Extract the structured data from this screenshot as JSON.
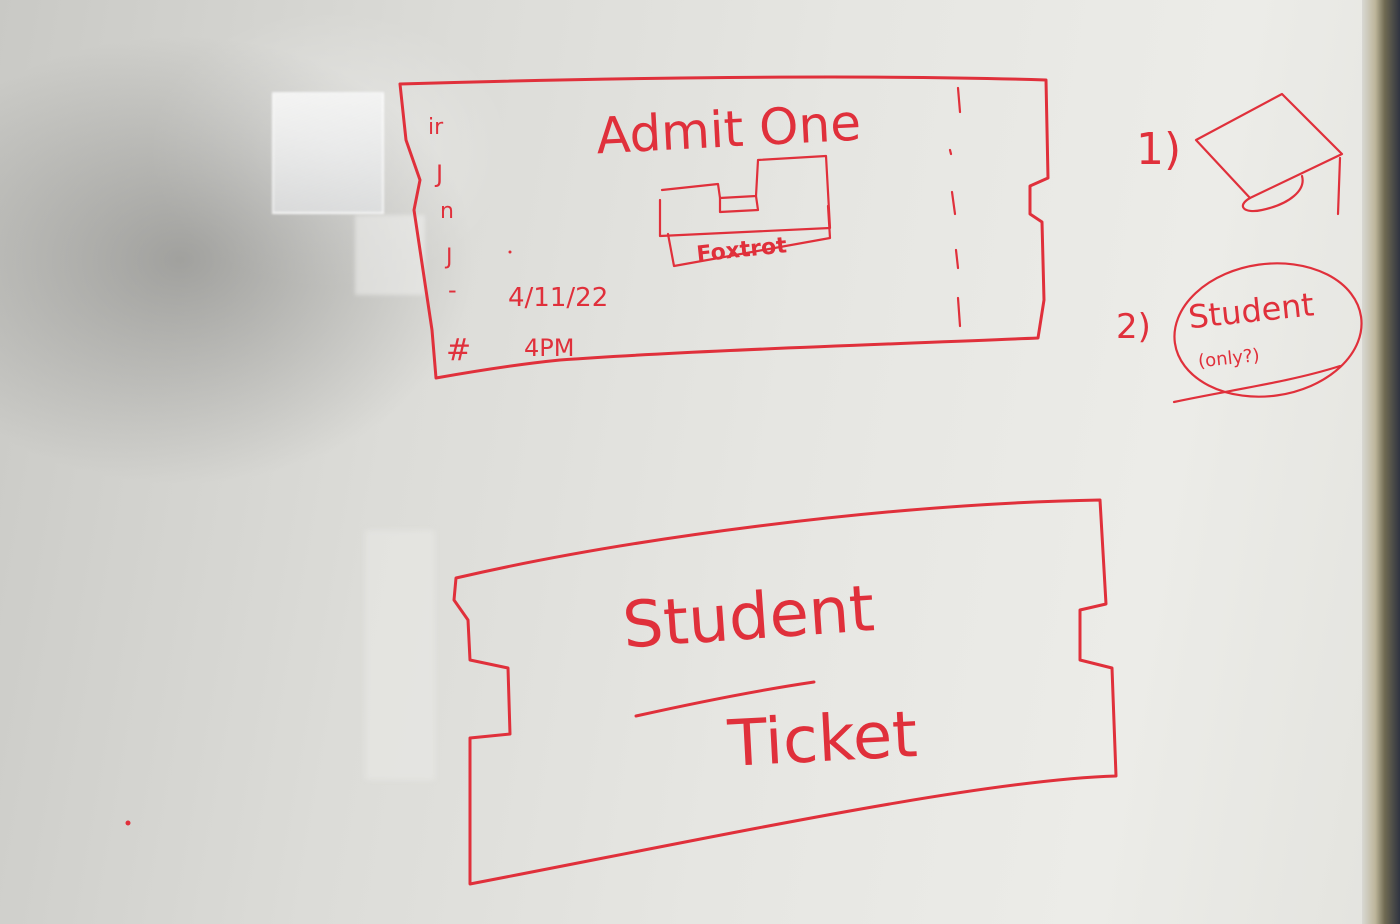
{
  "whiteboard": {
    "ink_color": "#e0303b",
    "ticket_top": {
      "title": "Admit One",
      "logo_label": "Foxtrot",
      "date": "4/11/22",
      "time": "4PM",
      "side_marks": [
        "ir",
        "J",
        "n",
        "J",
        "-",
        "#"
      ]
    },
    "option_one": {
      "number": "1)"
    },
    "option_two": {
      "number": "2)",
      "label": "Student",
      "sublabel": "(only?)"
    },
    "ticket_bottom": {
      "line1": "Student",
      "line2": "Ticket"
    }
  }
}
